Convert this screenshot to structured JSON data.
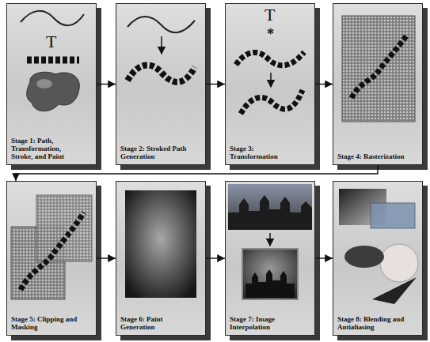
{
  "diagram": {
    "nodes": [
      {
        "text": [
          "Stage 1: Path, Transformation, Stroke, and Paint"
        ]
      },
      {
        "text": [
          "Stage 2: Stroked Path Generation"
        ]
      },
      {
        "text": [
          "Stage 3: Transformation"
        ]
      },
      {
        "text": [
          "Stage 4: Rasterization"
        ]
      },
      {
        "text": [
          "Stage 5: Clipping and Masking"
        ]
      },
      {
        "text": [
          "Stage 6: Paint Generation"
        ]
      },
      {
        "text": [
          "Stage 7: Image Interpolation"
        ]
      },
      {
        "text": [
          "Stage 8: Blending and Antialiasing"
        ]
      }
    ],
    "edges": [
      {
        "from": 0,
        "to": 1,
        "arrow": "to"
      },
      {
        "from": 1,
        "to": 2,
        "arrow": "to"
      },
      {
        "from": 2,
        "to": 3,
        "arrow": "to"
      },
      {
        "from": 3,
        "to": 4,
        "arrow": "to"
      },
      {
        "from": 4,
        "to": 5,
        "arrow": "to"
      },
      {
        "from": 5,
        "to": 6,
        "arrow": "to"
      },
      {
        "from": 6,
        "to": 7,
        "arrow": "to"
      }
    ],
    "labels": [
      "T",
      "T",
      "*"
    ]
  }
}
